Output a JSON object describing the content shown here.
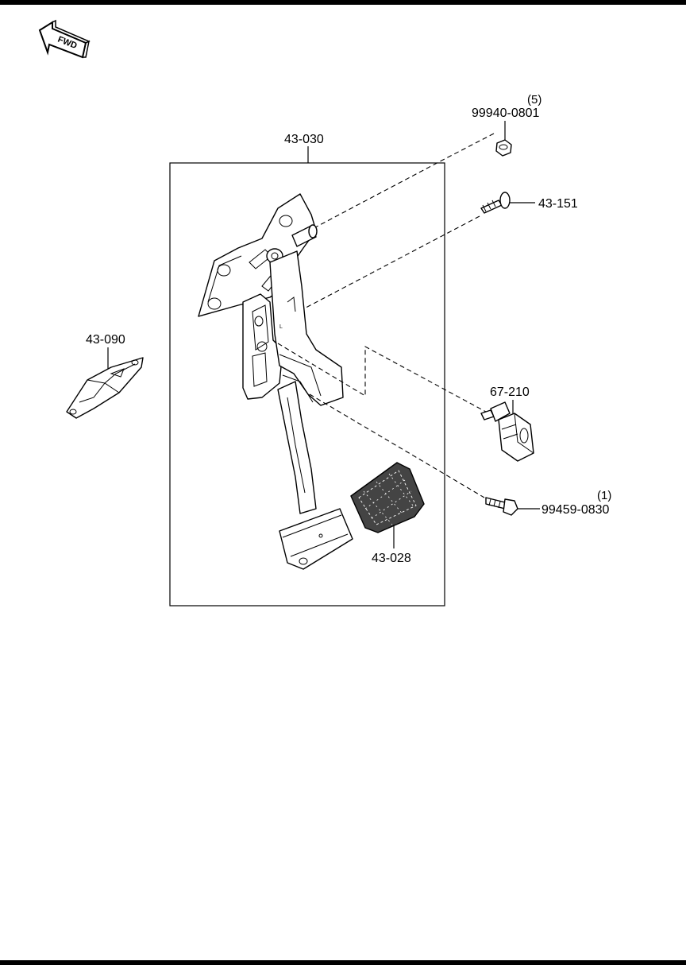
{
  "direction_indicator": {
    "text": "FWD"
  },
  "callouts": {
    "assembly": {
      "part": "43-030"
    },
    "nut": {
      "part": "99940-0801",
      "qty": "(5)"
    },
    "bolt_top": {
      "part": "43-151"
    },
    "bracket": {
      "part": "43-090"
    },
    "switch": {
      "part": "67-210"
    },
    "bolt_bottom": {
      "part": "99459-0830",
      "qty": "(1)"
    },
    "pad": {
      "part": "43-028"
    }
  }
}
